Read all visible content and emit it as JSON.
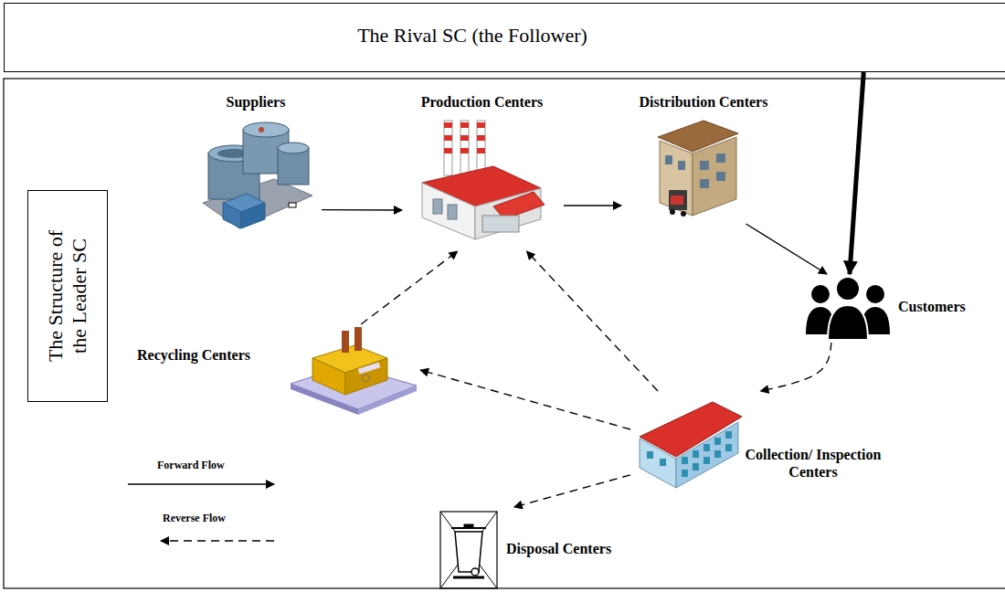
{
  "diagram": {
    "nodes": [
      {
        "text": [
          "The Rival SC (the Follower)"
        ]
      },
      {
        "text": [
          "The Structure of the Leader SC"
        ]
      },
      {
        "text": [
          "Suppliers"
        ]
      },
      {
        "text": [
          "Production Centers"
        ]
      },
      {
        "text": [
          "Distribution Centers"
        ]
      },
      {
        "text": [
          "Customers"
        ]
      },
      {
        "text": [
          "Recycling Centers"
        ]
      },
      {
        "text": [
          "Collection/ Inspection Centers"
        ]
      },
      {
        "text": [
          "Disposal Centers"
        ]
      }
    ],
    "edges": [
      {
        "from": 0,
        "to": 5,
        "arrow": "to"
      },
      {
        "from": 2,
        "to": 3,
        "arrow": "to"
      },
      {
        "from": 3,
        "to": 4,
        "arrow": "to"
      },
      {
        "from": 4,
        "to": 5,
        "arrow": "to"
      },
      {
        "from": 5,
        "to": 7,
        "arrow": "to"
      },
      {
        "from": 7,
        "to": 6,
        "arrow": "to"
      },
      {
        "from": 7,
        "to": 3,
        "arrow": "to"
      },
      {
        "from": 6,
        "to": 3,
        "arrow": "to"
      },
      {
        "from": 7,
        "to": 8,
        "arrow": "to"
      }
    ],
    "legend": [
      {
        "text": "Forward Flow"
      },
      {
        "text": "Reverse Flow"
      }
    ]
  }
}
